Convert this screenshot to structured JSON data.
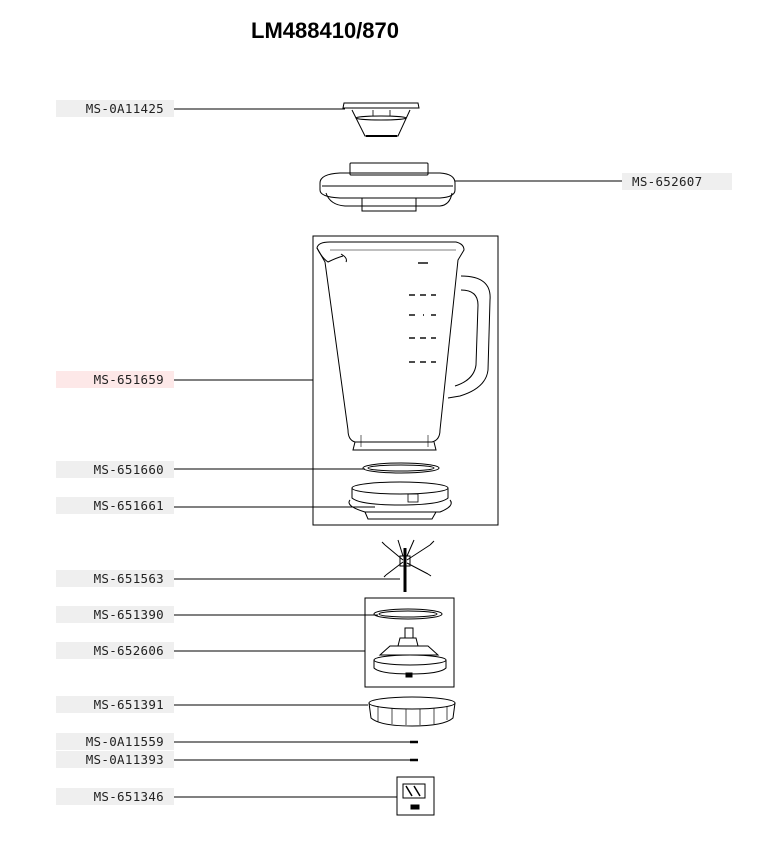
{
  "title": "LM488410/870",
  "parts": [
    {
      "code": "MS-0A11425",
      "highlighted": false
    },
    {
      "code": "MS-652607",
      "highlighted": false
    },
    {
      "code": "MS-651659",
      "highlighted": true
    },
    {
      "code": "MS-651660",
      "highlighted": false
    },
    {
      "code": "MS-651661",
      "highlighted": false
    },
    {
      "code": "MS-651563",
      "highlighted": false
    },
    {
      "code": "MS-651390",
      "highlighted": false
    },
    {
      "code": "MS-652606",
      "highlighted": false
    },
    {
      "code": "MS-651391",
      "highlighted": false
    },
    {
      "code": "MS-0A11559",
      "highlighted": false
    },
    {
      "code": "MS-0A11393",
      "highlighted": false
    },
    {
      "code": "MS-651346",
      "highlighted": false
    }
  ],
  "colors": {
    "highlight": "#fde8e8",
    "label_bg": "#efefef",
    "line": "#000000"
  }
}
